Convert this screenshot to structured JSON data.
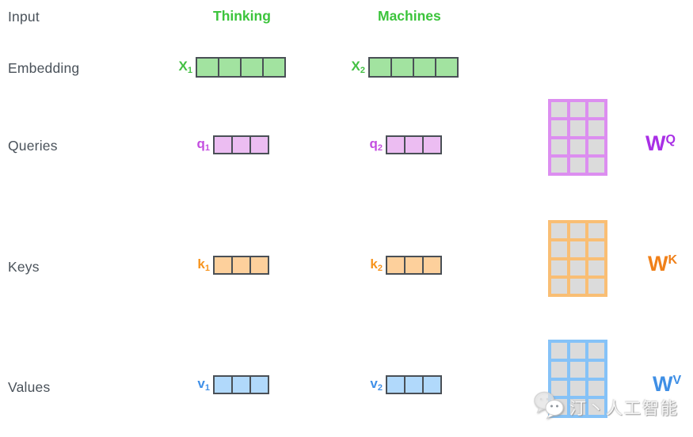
{
  "headers": {
    "thinking": "Thinking",
    "machines": "Machines"
  },
  "row_labels": {
    "input": "Input",
    "embedding": "Embedding",
    "queries": "Queries",
    "keys": "Keys",
    "values": "Values"
  },
  "vectors": [
    {
      "id": "x1",
      "label": "X",
      "sub": "1",
      "cells": 4,
      "color": "green"
    },
    {
      "id": "x2",
      "label": "X",
      "sub": "2",
      "cells": 4,
      "color": "green"
    },
    {
      "id": "q1",
      "label": "q",
      "sub": "1",
      "cells": 3,
      "color": "purple"
    },
    {
      "id": "q2",
      "label": "q",
      "sub": "2",
      "cells": 3,
      "color": "purple"
    },
    {
      "id": "k1",
      "label": "k",
      "sub": "1",
      "cells": 3,
      "color": "orange"
    },
    {
      "id": "k2",
      "label": "k",
      "sub": "2",
      "cells": 3,
      "color": "orange"
    },
    {
      "id": "v1",
      "label": "v",
      "sub": "1",
      "cells": 3,
      "color": "blue"
    },
    {
      "id": "v2",
      "label": "v",
      "sub": "2",
      "cells": 3,
      "color": "blue"
    }
  ],
  "matrices": [
    {
      "id": "wq",
      "label": "W",
      "sup": "Q",
      "rows": 4,
      "cols": 3,
      "color": "purple"
    },
    {
      "id": "wk",
      "label": "W",
      "sup": "K",
      "rows": 4,
      "cols": 3,
      "color": "orange"
    },
    {
      "id": "wv",
      "label": "W",
      "sup": "V",
      "rows": 4,
      "cols": 3,
      "color": "blue"
    }
  ],
  "watermark": {
    "icon": "wechat-icon",
    "text": "汀丶人工智能"
  },
  "colors": {
    "text-dark": "#4a525a",
    "header-green": "#3cc43c",
    "green-label": "#43c043",
    "green-fill": "#a2e3a0",
    "vec-border": "#4a5056",
    "purple-label": "#c44fe0",
    "purple-fill": "#ecbdf2",
    "purple-matrix": "#dc8ef0",
    "purple-w": "#a92fe6",
    "orange-label": "#f7941e",
    "orange-fill": "#fdd09c",
    "orange-matrix": "#f9be74",
    "orange-w": "#f08019",
    "blue-label": "#4090e8",
    "blue-fill": "#b1d9fb",
    "blue-matrix": "#85c2f7",
    "blue-w": "#3f8fe5",
    "matrix-cell": "#dbdbdb"
  }
}
